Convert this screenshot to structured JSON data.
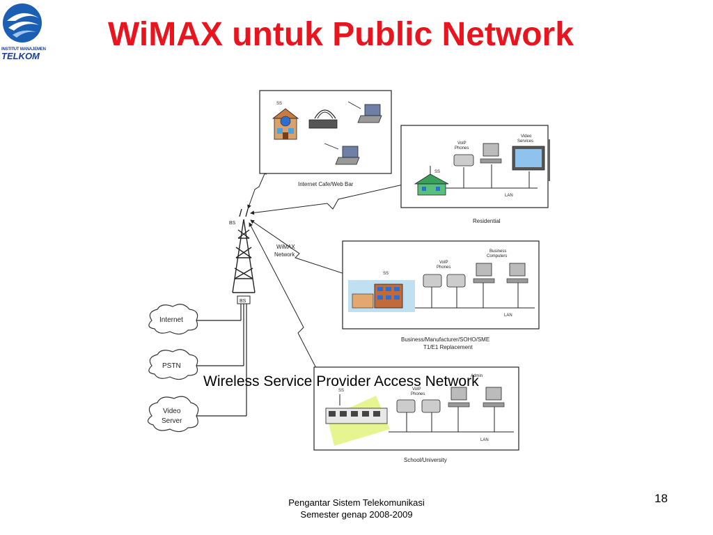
{
  "slide": {
    "title": "WiMAX untuk Public Network",
    "caption": "Wireless Service Provider Access Network",
    "page_number": "18"
  },
  "logo": {
    "line1": "INSTITUT MANAJEMEN",
    "line2": "TELKOM",
    "color": "#1a3f8f"
  },
  "footer": {
    "line1": "Pengantar Sistem Telekomunikasi",
    "line2": "Semester genap 2008-2009"
  },
  "diagram": {
    "tower_label": "BS",
    "base_label": "BS",
    "network_label_1": "WiMAX",
    "network_label_2": "Network",
    "clouds": [
      "Internet",
      "PSTN",
      "Video",
      "Server"
    ],
    "sites": {
      "cafe": {
        "caption": "Internet Cafe/Web Bar",
        "ss": "SS"
      },
      "residential": {
        "caption": "Residential",
        "ss": "SS",
        "voip_1": "VoIP",
        "voip_2": "Phones",
        "video_1": "Video",
        "video_2": "Services",
        "lan": "LAN"
      },
      "business": {
        "caption_1": "Business/Manufacturer/SOHO/SME",
        "caption_2": "T1/E1 Replacement",
        "ss": "SS",
        "voip_1": "VoIP",
        "voip_2": "Phones",
        "pc_1": "Business",
        "pc_2": "Computers",
        "lan": "LAN"
      },
      "school": {
        "caption": "School/University",
        "ss": "SS",
        "voip_1": "VoIP",
        "voip_2": "Phones",
        "pc_1": "Admin",
        "lan": "LAN"
      }
    }
  },
  "colors": {
    "title": "#e8141e",
    "line": "#222222"
  }
}
